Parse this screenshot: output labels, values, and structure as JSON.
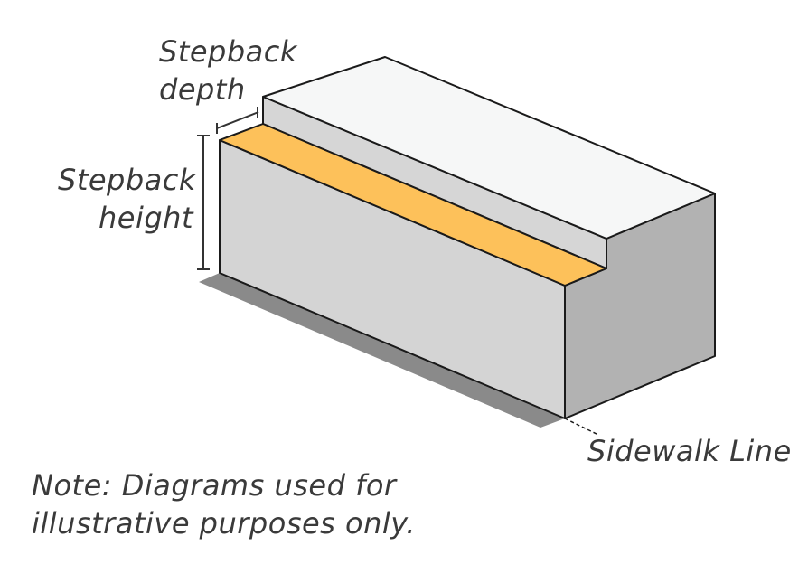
{
  "labels": {
    "stepback_depth": [
      "Stepback",
      "depth"
    ],
    "stepback_height": [
      "Stepback",
      "height"
    ],
    "sidewalk_line": "Sidewalk Line",
    "note": [
      "Note: Diagrams used for",
      "illustrative purposes only."
    ]
  },
  "colors": {
    "stepback_surface": "#FDC15A",
    "top_face": "#F6F7F7",
    "front_face": "#D4D4D4",
    "side_face": "#B2B2B2",
    "shadow": "#8A8A8A",
    "line": "#1a1a1a"
  }
}
